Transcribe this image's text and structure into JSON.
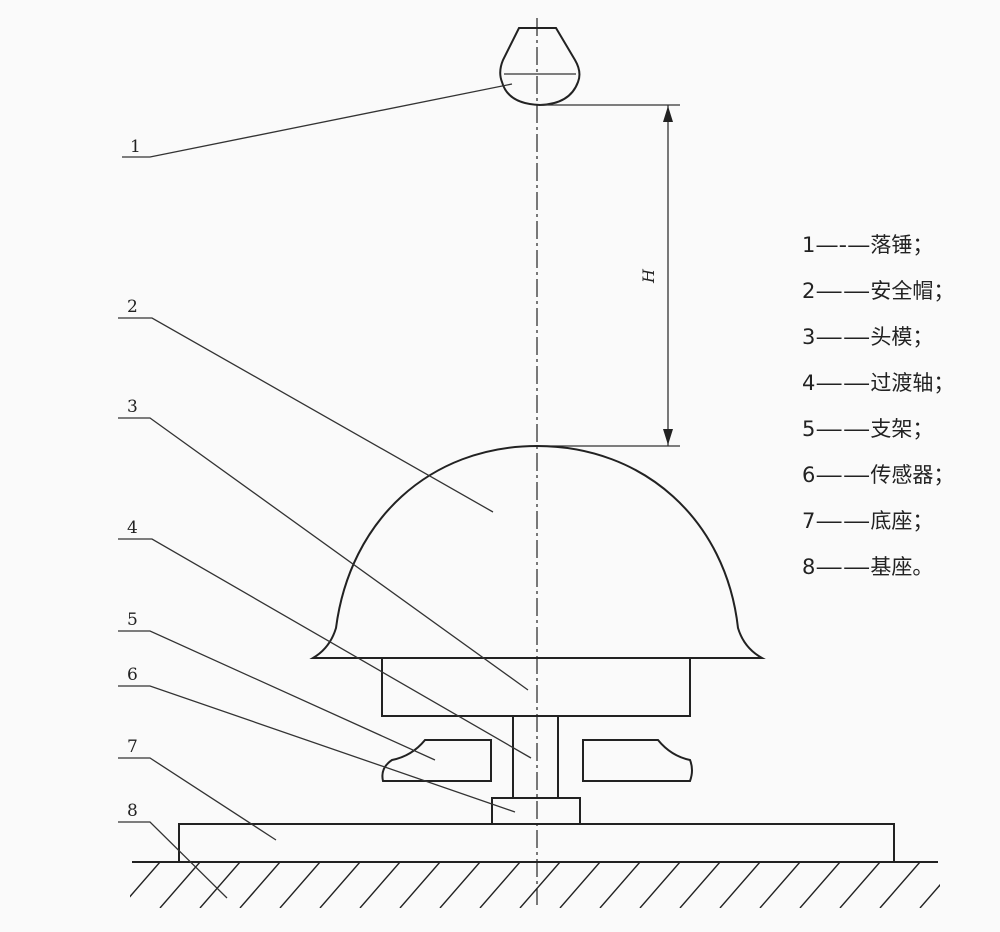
{
  "diagram": {
    "height_label": "H",
    "callouts": [
      {
        "number": "1"
      },
      {
        "number": "2"
      },
      {
        "number": "3"
      },
      {
        "number": "4"
      },
      {
        "number": "5"
      },
      {
        "number": "6"
      },
      {
        "number": "7"
      },
      {
        "number": "8"
      }
    ]
  },
  "legend": [
    {
      "number": "1",
      "dash": "—-—",
      "name": "落锤",
      "punct": "；"
    },
    {
      "number": "2",
      "dash": "——",
      "name": "安全帽",
      "punct": "；"
    },
    {
      "number": "3",
      "dash": "——",
      "name": "头模",
      "punct": "；"
    },
    {
      "number": "4",
      "dash": "——",
      "name": "过渡轴",
      "punct": "；"
    },
    {
      "number": "5",
      "dash": "——",
      "name": "支架",
      "punct": "；"
    },
    {
      "number": "6",
      "dash": "——",
      "name": "传感器",
      "punct": "；"
    },
    {
      "number": "7",
      "dash": "——",
      "name": "底座",
      "punct": "；"
    },
    {
      "number": "8",
      "dash": "——",
      "name": "基座",
      "punct": "。"
    }
  ]
}
